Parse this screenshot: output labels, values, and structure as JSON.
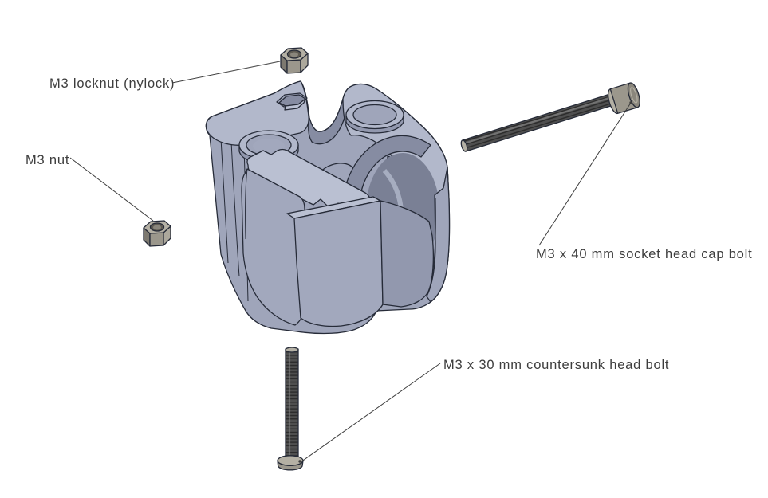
{
  "figure": {
    "type": "exploded-assembly-diagram",
    "subject": "3D CAD clamp block with fastener callouts"
  },
  "labels": {
    "locknut": "M3 locknut (nylock)",
    "nut": "M3 nut",
    "cap_bolt": "M3 x 40 mm socket head cap bolt",
    "countersunk_bolt": "M3 x 30 mm countersunk head bolt"
  },
  "colors": {
    "bg": "#ffffff",
    "ink": "#3d3d3d",
    "outline": "#262b38",
    "bodyBase": "#9fa5ba",
    "bodyTop": "#b2b8cb",
    "bodyLight": "#bac0d2",
    "bodyMid": "#a2a8bd",
    "bodySide": "#9298ae",
    "bodyDark": "#868ca2",
    "bodyDeep": "#7a8095",
    "metalLight": "#b4b0a4",
    "metalMid": "#9b978c",
    "metalMid2": "#8a867c",
    "metalDark": "#7d7970",
    "thread": "#4f4f4f",
    "threadRib": "#2c2c2c",
    "threadHi": "#909090",
    "holeDark": "#5e5a52"
  }
}
